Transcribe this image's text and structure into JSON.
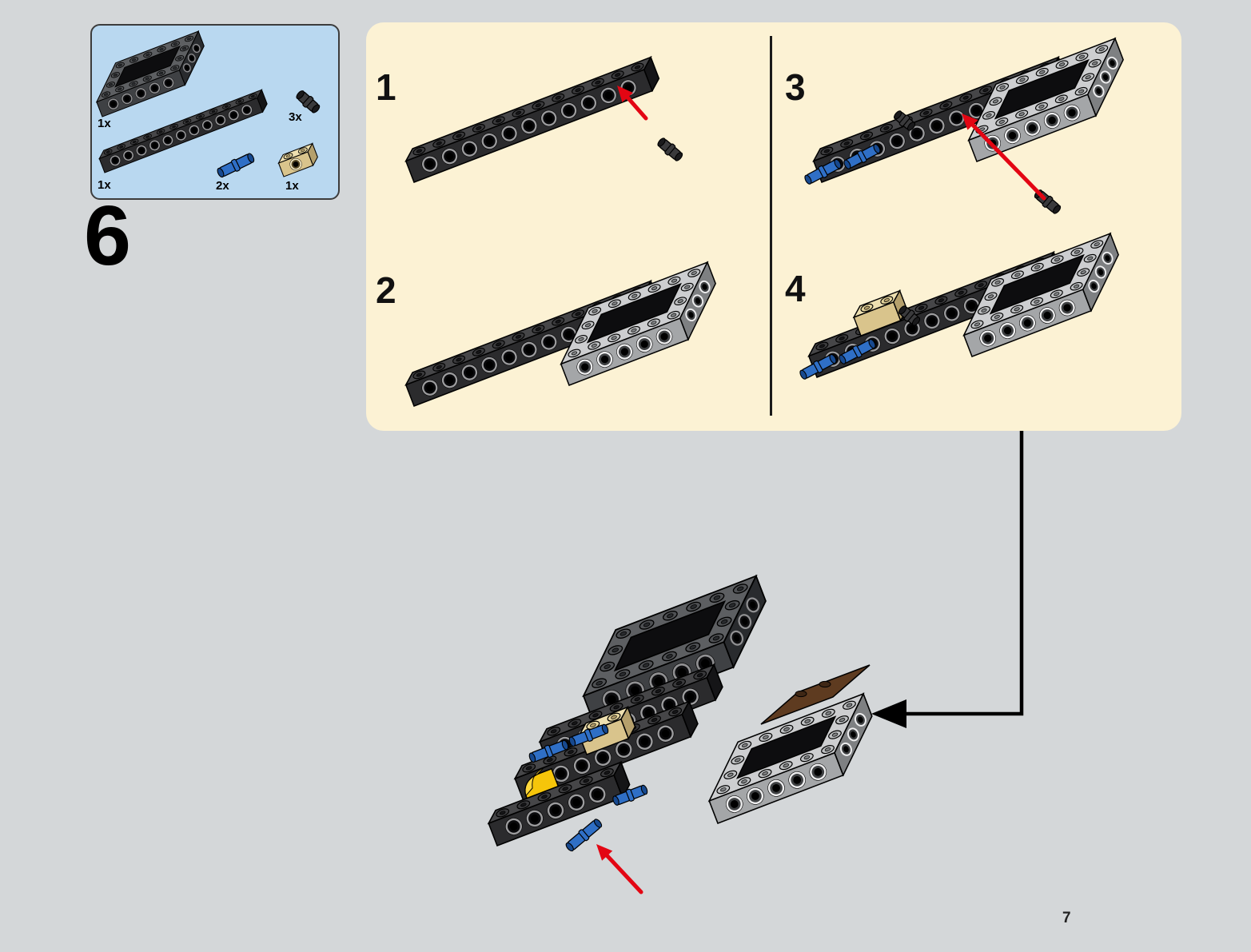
{
  "page": {
    "number": "7",
    "step_number": "6"
  },
  "colors": {
    "background": "#d4d7d9",
    "panel_cream": "#fcf2d4",
    "callout_blue": "#b9d8f0",
    "arrow_red": "#e30613",
    "connector_black": "#000000"
  },
  "parts_box": {
    "items": [
      {
        "qty": "1x",
        "part": "technic-frame-4x6-dark-gray"
      },
      {
        "qty": "1x",
        "part": "technic-brick-1x12-black"
      },
      {
        "qty": "3x",
        "part": "technic-pin-black"
      },
      {
        "qty": "2x",
        "part": "technic-pin-long-blue"
      },
      {
        "qty": "1x",
        "part": "technic-brick-1x2-tan"
      }
    ]
  },
  "steps": [
    {
      "label": "1"
    },
    {
      "label": "2"
    },
    {
      "label": "3"
    },
    {
      "label": "4"
    }
  ]
}
